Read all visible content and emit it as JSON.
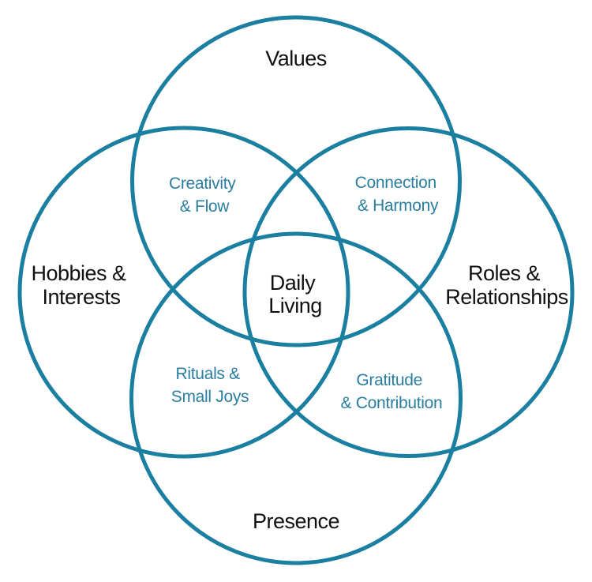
{
  "colors": {
    "circle_stroke": "#1a7fa0",
    "outer_text": "#111111",
    "overlap_text": "#2a7ea0"
  },
  "circles": [
    {
      "id": "values",
      "label": [
        "Values"
      ]
    },
    {
      "id": "hobbies",
      "label": [
        "Hobbies &",
        "Interests"
      ]
    },
    {
      "id": "roles",
      "label": [
        "Roles &",
        "Relationships"
      ]
    },
    {
      "id": "presence",
      "label": [
        "Presence"
      ]
    }
  ],
  "overlaps": [
    {
      "id": "creativity",
      "label": [
        "Creativity",
        "& Flow"
      ]
    },
    {
      "id": "connection",
      "label": [
        "Connection",
        "& Harmony"
      ]
    },
    {
      "id": "rituals",
      "label": [
        "Rituals &",
        "Small Joys"
      ]
    },
    {
      "id": "gratitude",
      "label": [
        "Gratitude",
        "& Contribution"
      ]
    }
  ],
  "center": {
    "label": [
      "Daily",
      "Living"
    ]
  }
}
